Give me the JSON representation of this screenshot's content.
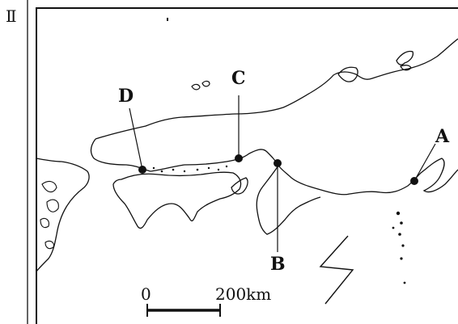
{
  "panel_label": "Ⅱ",
  "points": [
    {
      "id": "A",
      "label": "A"
    },
    {
      "id": "B",
      "label": "B"
    },
    {
      "id": "C",
      "label": "C"
    },
    {
      "id": "D",
      "label": "D"
    }
  ],
  "scale_bar": {
    "start_label": "0",
    "end_label": "200km"
  },
  "colors": {
    "ink": "#111111",
    "background": "#ffffff"
  }
}
